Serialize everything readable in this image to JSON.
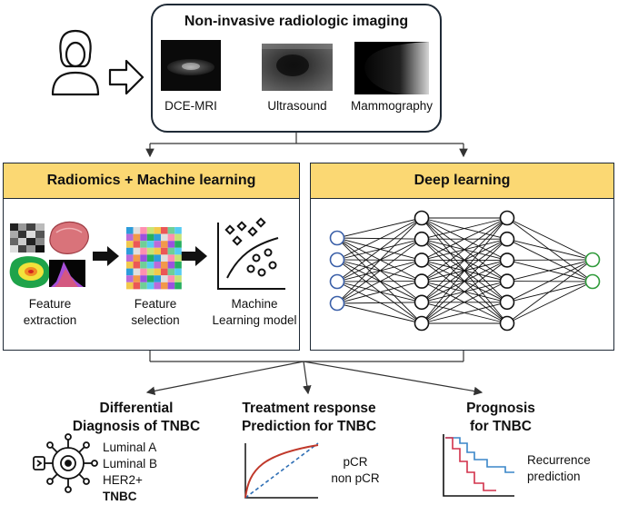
{
  "imaging": {
    "title": "Non-invasive radiologic imaging",
    "modalities": [
      {
        "label": "DCE-MRI"
      },
      {
        "label": "Ultrasound"
      },
      {
        "label": "Mammography"
      }
    ]
  },
  "radiomics": {
    "title": "Radiomics + Machine learning",
    "steps": [
      {
        "line1": "Feature",
        "line2": "extraction"
      },
      {
        "line1": "Feature",
        "line2": "selection"
      },
      {
        "line1": "Machine",
        "line2": "Learning model"
      }
    ]
  },
  "deep_learning": {
    "title": "Deep learning",
    "layers": [
      4,
      6,
      6,
      2
    ]
  },
  "outcomes": {
    "diagnosis": {
      "title_line1": "Differential",
      "title_line2": "Diagnosis of TNBC",
      "subtypes": [
        "Luminal A",
        "Luminal B",
        "HER2+",
        "TNBC"
      ]
    },
    "response": {
      "title_line1": "Treatment response",
      "title_line2": "Prediction for TNBC",
      "labels": [
        "pCR",
        "non pCR"
      ]
    },
    "prognosis": {
      "title_line1": "Prognosis",
      "title_line2": "for TNBC",
      "labels": [
        "Recurrence",
        "prediction"
      ]
    }
  },
  "colors": {
    "header": "#fbd873",
    "input_node": "#3a5fa8",
    "output_node": "#2f9a3a",
    "roc_curve": "#c0392b",
    "roc_diagonal": "#2f6fb5",
    "km_red": "#d2314a",
    "km_blue": "#3a86c8"
  }
}
